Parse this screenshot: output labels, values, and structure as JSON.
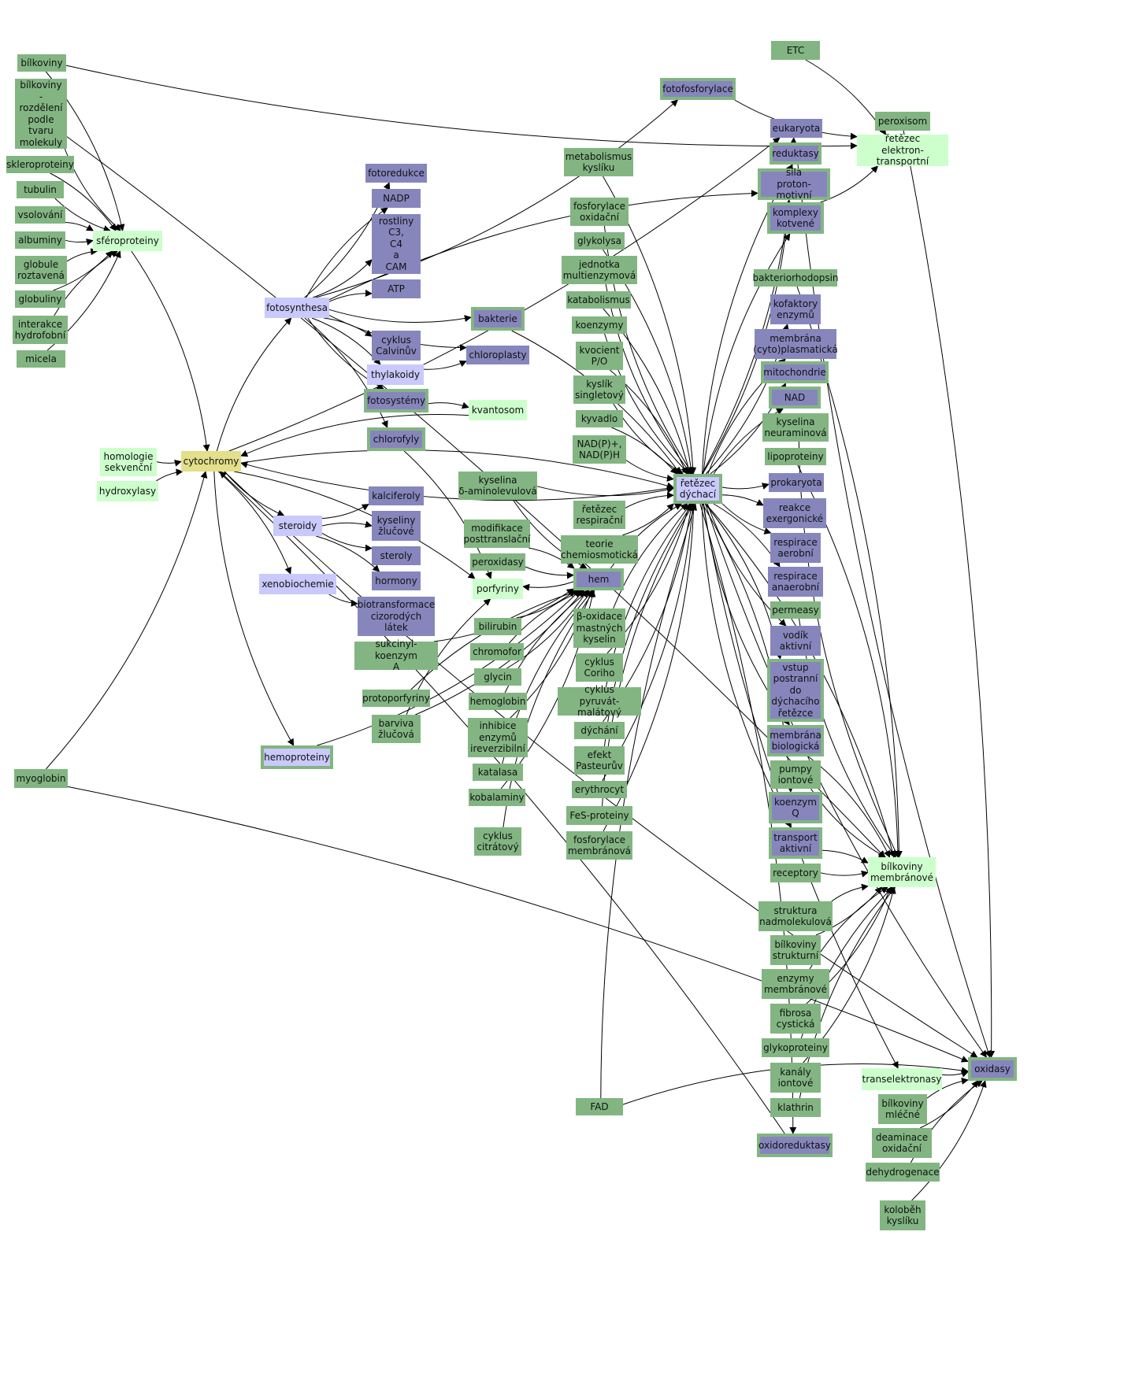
{
  "colors": {
    "green": "#82b582",
    "purple": "#8686bd",
    "light_green": "#ccffcc",
    "light_purple": "#c9c9fb",
    "yellow": "#e3df8a",
    "edge": "#000000"
  },
  "nodes": [
    {
      "id": "bilkoviny",
      "label": "bílkoviny"
    },
    {
      "id": "bilkoviny-rozdeleni",
      "label": "bílkoviny\n-\nrozdělení\npodle\ntvaru\nmolekuly"
    },
    {
      "id": "skleroproteiny",
      "label": "skleroproteiny"
    },
    {
      "id": "tubulin",
      "label": "tubulin"
    },
    {
      "id": "vsolovani",
      "label": "vsolování"
    },
    {
      "id": "albuminy",
      "label": "albuminy"
    },
    {
      "id": "globule",
      "label": "globule\nroztavená"
    },
    {
      "id": "globuliny",
      "label": "globuliny"
    },
    {
      "id": "interakce",
      "label": "interakce\nhydrofobní"
    },
    {
      "id": "micela",
      "label": "micela"
    },
    {
      "id": "sferoproteiny",
      "label": "sféroproteiny"
    },
    {
      "id": "homologie",
      "label": "homologie\nsekvenční"
    },
    {
      "id": "hydroxylasy",
      "label": "hydroxylasy"
    },
    {
      "id": "cytochromy",
      "label": "cytochromy"
    },
    {
      "id": "myoglobin",
      "label": "myoglobin"
    },
    {
      "id": "fotosynthesa",
      "label": "fotosynthesa"
    },
    {
      "id": "fotoredukce",
      "label": "fotoredukce"
    },
    {
      "id": "nadp",
      "label": "NADP"
    },
    {
      "id": "rostliny",
      "label": "rostliny\nC3,\nC4\na\nCAM"
    },
    {
      "id": "atp",
      "label": "ATP"
    },
    {
      "id": "bakterie",
      "label": "bakterie"
    },
    {
      "id": "cyklus-calvinuv",
      "label": "cyklus\nCalvinův"
    },
    {
      "id": "chloroplasty",
      "label": "chloroplasty"
    },
    {
      "id": "thylakoidy",
      "label": "thylakoidy"
    },
    {
      "id": "fotosystemy",
      "label": "fotosystémy"
    },
    {
      "id": "kvantosom",
      "label": "kvantosom"
    },
    {
      "id": "chlorofyly",
      "label": "chlorofyly"
    },
    {
      "id": "steroidy",
      "label": "steroidy"
    },
    {
      "id": "kalciferoly",
      "label": "kalciferoly"
    },
    {
      "id": "kyseliny-zlucove",
      "label": "kyseliny\nžlučové"
    },
    {
      "id": "steroly",
      "label": "steroly"
    },
    {
      "id": "hormony",
      "label": "hormony"
    },
    {
      "id": "xenobiochemie",
      "label": "xenobiochemie"
    },
    {
      "id": "biotransformace",
      "label": "biotransformace\ncizorodých\nlátek"
    },
    {
      "id": "sukcinyl",
      "label": "sukcinyl-koenzym\nA"
    },
    {
      "id": "protoporfyriny",
      "label": "protoporfyriny"
    },
    {
      "id": "barviva",
      "label": "barviva\nžlučová"
    },
    {
      "id": "hemoproteiny",
      "label": "hemoproteiny"
    },
    {
      "id": "kyselina-ala",
      "label": "kyselina\nδ-aminolevulová"
    },
    {
      "id": "modifikace",
      "label": "modifikace\nposttranslační"
    },
    {
      "id": "peroxidasy",
      "label": "peroxidasy"
    },
    {
      "id": "porfyriny",
      "label": "porfyriny"
    },
    {
      "id": "hem",
      "label": "hem"
    },
    {
      "id": "bilirubin",
      "label": "bilirubin"
    },
    {
      "id": "chromofor",
      "label": "chromofor"
    },
    {
      "id": "glycin",
      "label": "glycin"
    },
    {
      "id": "hemoglobin",
      "label": "hemoglobin"
    },
    {
      "id": "inhibice",
      "label": "inhibice\nenzymů\nireverzibilní"
    },
    {
      "id": "katalasa",
      "label": "katalasa"
    },
    {
      "id": "kobalaminy",
      "label": "kobalaminy"
    },
    {
      "id": "cyklus-citratovy",
      "label": "cyklus\ncitrátový"
    },
    {
      "id": "fotofosforylace",
      "label": "fotofosforylace"
    },
    {
      "id": "metabolismus-kysliku",
      "label": "metabolismus\nkyslíku"
    },
    {
      "id": "fosforylace-oxidacni",
      "label": "fosforylace\noxidační"
    },
    {
      "id": "glykolysa",
      "label": "glykolysa"
    },
    {
      "id": "jednotka",
      "label": "jednotka\nmultienzymová"
    },
    {
      "id": "katabolismus",
      "label": "katabolismus"
    },
    {
      "id": "koenzymy",
      "label": "koenzymy"
    },
    {
      "id": "kvocient",
      "label": "kvocient\nP/O"
    },
    {
      "id": "kyslik-singletovy",
      "label": "kyslík\nsingletový"
    },
    {
      "id": "kyvadlo",
      "label": "kyvadlo"
    },
    {
      "id": "nadph",
      "label": "NAD(P)+,\nNAD(P)H"
    },
    {
      "id": "retezec-respiracni",
      "label": "řetězec\nrespirační"
    },
    {
      "id": "teorie",
      "label": "teorie\nchemiosmotická"
    },
    {
      "id": "beta-oxidace",
      "label": "β-oxidace\nmastných\nkyselin"
    },
    {
      "id": "cyklus-coriho",
      "label": "cyklus\nCoriho"
    },
    {
      "id": "cyklus-pyruvat",
      "label": "cyklus\npyruvát-malátový"
    },
    {
      "id": "dychani",
      "label": "dýchání"
    },
    {
      "id": "efekt",
      "label": "efekt\nPasteurův"
    },
    {
      "id": "erythrocyt",
      "label": "erythrocyt"
    },
    {
      "id": "fes",
      "label": "FeS-proteiny"
    },
    {
      "id": "fosforylace-membranova",
      "label": "fosforylace\nmembránová"
    },
    {
      "id": "fad",
      "label": "FAD"
    },
    {
      "id": "retezec-dychaci",
      "label": "řetězec\ndýchací"
    },
    {
      "id": "etc",
      "label": "ETC"
    },
    {
      "id": "eukaryota",
      "label": "eukaryota"
    },
    {
      "id": "reduktasy",
      "label": "reduktasy"
    },
    {
      "id": "sila",
      "label": "síla\nproton-motivní"
    },
    {
      "id": "komplexy",
      "label": "komplexy\nkotvené"
    },
    {
      "id": "bakteriorhodopsin",
      "label": "bakteriorhodopsin"
    },
    {
      "id": "kofaktory",
      "label": "kofaktory\nenzymů"
    },
    {
      "id": "membrana-cyto",
      "label": "membrána\n(cyto)plasmatická"
    },
    {
      "id": "mitochondrie",
      "label": "mitochondrie"
    },
    {
      "id": "nad",
      "label": "NAD"
    },
    {
      "id": "kyselina-neuraminova",
      "label": "kyselina\nneuraminová"
    },
    {
      "id": "lipoproteiny",
      "label": "lipoproteiny"
    },
    {
      "id": "prokaryota",
      "label": "prokaryota"
    },
    {
      "id": "reakce",
      "label": "reakce\nexergonické"
    },
    {
      "id": "respirace-aerobni",
      "label": "respirace\naerobní"
    },
    {
      "id": "respirace-anaerobni",
      "label": "respirace\nanaerobní"
    },
    {
      "id": "permeasy",
      "label": "permeasy"
    },
    {
      "id": "vodik",
      "label": "vodík\naktivní"
    },
    {
      "id": "vstup",
      "label": "vstup\npostranní\ndo\ndýchacího\nřetězce"
    },
    {
      "id": "membrana-biologicka",
      "label": "membrána\nbiologická"
    },
    {
      "id": "pumpy",
      "label": "pumpy\niontové"
    },
    {
      "id": "koenzym-q",
      "label": "koenzym\nQ"
    },
    {
      "id": "transport",
      "label": "transport\naktivní"
    },
    {
      "id": "receptory",
      "label": "receptory"
    },
    {
      "id": "struktura",
      "label": "struktura\nnadmolekulová"
    },
    {
      "id": "bilkoviny-strukturni",
      "label": "bílkoviny\nstrukturní"
    },
    {
      "id": "enzymy-membranove",
      "label": "enzymy\nmembránové"
    },
    {
      "id": "fibrosa",
      "label": "fibrosa\ncystická"
    },
    {
      "id": "glykoproteiny",
      "label": "glykoproteiny"
    },
    {
      "id": "kanaly",
      "label": "kanály\niontové"
    },
    {
      "id": "klathrin",
      "label": "klathrin"
    },
    {
      "id": "oxidoreduktasy",
      "label": "oxidoreduktasy"
    },
    {
      "id": "peroxisom",
      "label": "peroxisom"
    },
    {
      "id": "retezec-elektron",
      "label": "řetězec\nelektron-transportní"
    },
    {
      "id": "bilkoviny-membranove",
      "label": "bílkoviny\nmembránové"
    },
    {
      "id": "transelektronasy",
      "label": "transelektronasy"
    },
    {
      "id": "oxidasy",
      "label": "oxidasy"
    },
    {
      "id": "bilkoviny-mlecne",
      "label": "bílkoviny\nmléčné"
    },
    {
      "id": "deaminace",
      "label": "deaminace\noxidační"
    },
    {
      "id": "dehydrogenace",
      "label": "dehydrogenace"
    },
    {
      "id": "kolobeh",
      "label": "koloběh\nkyslíku"
    }
  ],
  "edges": [
    [
      "bilkoviny",
      "sferoproteiny"
    ],
    [
      "bilkoviny-rozdeleni",
      "sferoproteiny"
    ],
    [
      "skleroproteiny",
      "sferoproteiny"
    ],
    [
      "tubulin",
      "sferoproteiny"
    ],
    [
      "vsolovani",
      "sferoproteiny"
    ],
    [
      "albuminy",
      "sferoproteiny"
    ],
    [
      "globule",
      "sferoproteiny"
    ],
    [
      "globuliny",
      "sferoproteiny"
    ],
    [
      "interakce",
      "sferoproteiny"
    ],
    [
      "micela",
      "sferoproteiny"
    ],
    [
      "sferoproteiny",
      "cytochromy"
    ],
    [
      "homologie",
      "cytochromy"
    ],
    [
      "hydroxylasy",
      "cytochromy"
    ],
    [
      "myoglobin",
      "cytochromy"
    ],
    [
      "cytochromy",
      "fotosynthesa"
    ],
    [
      "cytochromy",
      "steroidy"
    ],
    [
      "cytochromy",
      "xenobiochemie"
    ],
    [
      "cytochromy",
      "hemoproteiny"
    ],
    [
      "cytochromy",
      "retezec-dychaci"
    ],
    [
      "cytochromy",
      "eukaryota"
    ],
    [
      "cytochromy",
      "porfyriny"
    ],
    [
      "fotosynthesa",
      "fotoredukce"
    ],
    [
      "fotosynthesa",
      "nadp"
    ],
    [
      "fotosynthesa",
      "rostliny"
    ],
    [
      "fotosynthesa",
      "atp"
    ],
    [
      "fotosynthesa",
      "bakterie"
    ],
    [
      "fotosynthesa",
      "cyklus-calvinuv"
    ],
    [
      "fotosynthesa",
      "chloroplasty"
    ],
    [
      "fotosynthesa",
      "thylakoidy"
    ],
    [
      "fotosynthesa",
      "fotosystemy"
    ],
    [
      "fotosynthesa",
      "chlorofyly"
    ],
    [
      "fotosynthesa",
      "fotofosforylace"
    ],
    [
      "fotosynthesa",
      "sila"
    ],
    [
      "thylakoidy",
      "chloroplasty"
    ],
    [
      "fotosystemy",
      "kvantosom"
    ],
    [
      "kvantosom",
      "cytochromy"
    ],
    [
      "bakterie",
      "retezec-dychaci"
    ],
    [
      "steroidy",
      "kalciferoly"
    ],
    [
      "steroidy",
      "kyseliny-zlucove"
    ],
    [
      "steroidy",
      "steroly"
    ],
    [
      "steroidy",
      "hormony"
    ],
    [
      "xenobiochemie",
      "biotransformace"
    ],
    [
      "chlorofyly",
      "porfyriny"
    ],
    [
      "sukcinyl",
      "hem"
    ],
    [
      "protoporfyriny",
      "hem"
    ],
    [
      "barviva",
      "hem"
    ],
    [
      "barviva",
      "porfyriny"
    ],
    [
      "kyselina-ala",
      "hem"
    ],
    [
      "modifikace",
      "hem"
    ],
    [
      "peroxidasy",
      "hem"
    ],
    [
      "hem",
      "porfyriny"
    ],
    [
      "bilirubin",
      "hem"
    ],
    [
      "chromofor",
      "hem"
    ],
    [
      "glycin",
      "hem"
    ],
    [
      "hemoglobin",
      "hem"
    ],
    [
      "inhibice",
      "hem"
    ],
    [
      "katalasa",
      "hem"
    ],
    [
      "kobalaminy",
      "hem"
    ],
    [
      "cyklus-citratovy",
      "hem"
    ],
    [
      "hemoproteiny",
      "hem"
    ],
    [
      "hem",
      "retezec-dychaci"
    ],
    [
      "fotofosforylace",
      "retezec-elektron"
    ],
    [
      "metabolismus-kysliku",
      "retezec-dychaci"
    ],
    [
      "fosforylace-oxidacni",
      "retezec-dychaci"
    ],
    [
      "glykolysa",
      "retezec-dychaci"
    ],
    [
      "jednotka",
      "retezec-dychaci"
    ],
    [
      "katabolismus",
      "retezec-dychaci"
    ],
    [
      "koenzymy",
      "retezec-dychaci"
    ],
    [
      "kvocient",
      "retezec-dychaci"
    ],
    [
      "kyslik-singletovy",
      "retezec-dychaci"
    ],
    [
      "kyvadlo",
      "retezec-dychaci"
    ],
    [
      "nadph",
      "retezec-dychaci"
    ],
    [
      "retezec-respiracni",
      "retezec-dychaci"
    ],
    [
      "teorie",
      "retezec-dychaci"
    ],
    [
      "beta-oxidace",
      "retezec-dychaci"
    ],
    [
      "cyklus-coriho",
      "retezec-dychaci"
    ],
    [
      "cyklus-pyruvat",
      "retezec-dychaci"
    ],
    [
      "dychani",
      "retezec-dychaci"
    ],
    [
      "efekt",
      "retezec-dychaci"
    ],
    [
      "erythrocyt",
      "retezec-dychaci"
    ],
    [
      "fes",
      "retezec-dychaci"
    ],
    [
      "fosforylace-membranova",
      "retezec-dychaci"
    ],
    [
      "fad",
      "retezec-dychaci"
    ],
    [
      "kyselina-ala",
      "retezec-dychaci"
    ],
    [
      "retezec-dychaci",
      "cytochromy"
    ],
    [
      "retezec-dychaci",
      "eukaryota"
    ],
    [
      "retezec-dychaci",
      "reduktasy"
    ],
    [
      "retezec-dychaci",
      "sila"
    ],
    [
      "retezec-dychaci",
      "komplexy"
    ],
    [
      "retezec-dychaci",
      "kofaktory"
    ],
    [
      "retezec-dychaci",
      "membrana-cyto"
    ],
    [
      "retezec-dychaci",
      "mitochondrie"
    ],
    [
      "retezec-dychaci",
      "nad"
    ],
    [
      "retezec-dychaci",
      "prokaryota"
    ],
    [
      "retezec-dychaci",
      "reakce"
    ],
    [
      "retezec-dychaci",
      "respirace-aerobni"
    ],
    [
      "retezec-dychaci",
      "respirace-anaerobni"
    ],
    [
      "retezec-dychaci",
      "vodik"
    ],
    [
      "retezec-dychaci",
      "vstup"
    ],
    [
      "retezec-dychaci",
      "membrana-biologicka"
    ],
    [
      "retezec-dychaci",
      "koenzym-q"
    ],
    [
      "retezec-dychaci",
      "transport"
    ],
    [
      "retezec-dychaci",
      "oxidoreduktasy"
    ],
    [
      "retezec-dychaci",
      "oxidasy"
    ],
    [
      "retezec-dychaci",
      "bilkoviny-membranove"
    ],
    [
      "retezec-dychaci",
      "transelektronasy"
    ],
    [
      "etc",
      "retezec-elektron"
    ],
    [
      "komplexy",
      "retezec-elektron"
    ],
    [
      "peroxisom",
      "oxidasy"
    ],
    [
      "reduktasy",
      "oxidasy"
    ],
    [
      "bilkoviny-rozdeleni",
      "bilkoviny-membranove"
    ],
    [
      "bilkoviny",
      "retezec-elektron"
    ],
    [
      "bakteriorhodopsin",
      "bilkoviny-membranove"
    ],
    [
      "kyselina-neuraminova",
      "bilkoviny-membranove"
    ],
    [
      "lipoproteiny",
      "bilkoviny-membranove"
    ],
    [
      "permeasy",
      "bilkoviny-membranove"
    ],
    [
      "membrana-biologicka",
      "bilkoviny-membranove"
    ],
    [
      "pumpy",
      "bilkoviny-membranove"
    ],
    [
      "transport",
      "bilkoviny-membranove"
    ],
    [
      "receptory",
      "bilkoviny-membranove"
    ],
    [
      "struktura",
      "bilkoviny-membranove"
    ],
    [
      "bilkoviny-strukturni",
      "bilkoviny-membranove"
    ],
    [
      "enzymy-membranove",
      "bilkoviny-membranove"
    ],
    [
      "fibrosa",
      "bilkoviny-membranove"
    ],
    [
      "glykoproteiny",
      "bilkoviny-membranove"
    ],
    [
      "kanaly",
      "bilkoviny-membranove"
    ],
    [
      "klathrin",
      "bilkoviny-membranove"
    ],
    [
      "transelektronasy",
      "oxidasy"
    ],
    [
      "bilkoviny-mlecne",
      "oxidasy"
    ],
    [
      "deaminace",
      "oxidasy"
    ],
    [
      "dehydrogenace",
      "oxidasy"
    ],
    [
      "kolobeh",
      "oxidasy"
    ],
    [
      "fad",
      "oxidasy"
    ],
    [
      "oxidoreduktasy",
      "cytochromy"
    ],
    [
      "myoglobin",
      "oxidasy"
    ],
    [
      "cytochromy",
      "oxidasy"
    ]
  ]
}
